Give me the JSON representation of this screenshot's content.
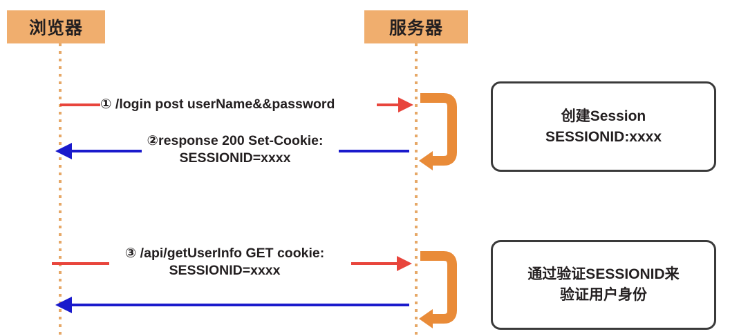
{
  "diagram": {
    "type": "sequence-diagram",
    "colors": {
      "participant_fill": "#F0AE6E",
      "lifeline": "#E6A867",
      "request_arrow": "#E8453C",
      "response_arrow": "#1A1ACC",
      "self_call": "#E98B38",
      "note_border": "#3A3A3A",
      "text": "#231F20",
      "background": "#FFFFFF"
    },
    "participants": [
      {
        "id": "browser",
        "label": "浏览器"
      },
      {
        "id": "server",
        "label": "服务器"
      }
    ],
    "messages": [
      {
        "id": "msg-1",
        "number": "①",
        "label": "① /login post userName&&password",
        "line1": "① /login post userName&&password",
        "line2": "",
        "from": "browser",
        "to": "server",
        "direction": "right",
        "color": "#E8453C"
      },
      {
        "id": "msg-2",
        "number": "②",
        "label": "②response 200 Set-Cookie: SESSIONID=xxxx",
        "line1": "②response 200 Set-Cookie:",
        "line2": "SESSIONID=xxxx",
        "from": "server",
        "to": "browser",
        "direction": "left",
        "color": "#1A1ACC"
      },
      {
        "id": "msg-3",
        "number": "③",
        "label": "③ /api/getUserInfo GET cookie: SESSIONID=xxxx",
        "line1": "③ /api/getUserInfo GET cookie:",
        "line2": "SESSIONID=xxxx",
        "from": "browser",
        "to": "server",
        "direction": "right",
        "color": "#E8453C"
      },
      {
        "id": "msg-4",
        "number": "",
        "label": "",
        "line1": "",
        "line2": "",
        "from": "server",
        "to": "browser",
        "direction": "left",
        "color": "#1A1ACC"
      }
    ],
    "self_calls": [
      {
        "id": "self-call-1",
        "on": "server",
        "color": "#E98B38"
      },
      {
        "id": "self-call-2",
        "on": "server",
        "color": "#E98B38"
      }
    ],
    "notes": [
      {
        "id": "note-session",
        "line1": "创建Session",
        "line2": "SESSIONID:xxxx"
      },
      {
        "id": "note-verify",
        "line1": "通过验证SESSIONID来",
        "line2": "验证用户身份"
      }
    ]
  }
}
